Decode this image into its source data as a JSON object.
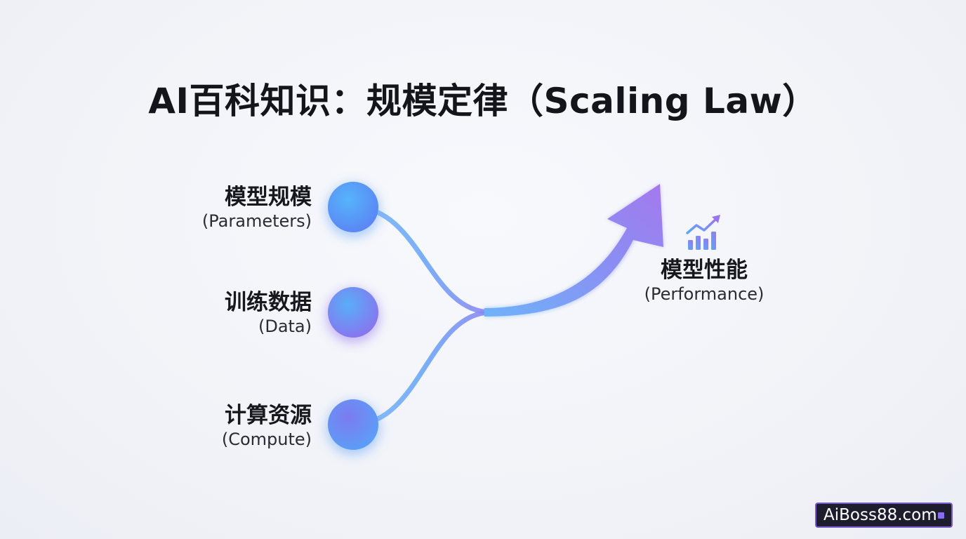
{
  "title": "AI百科知识：规模定律（Scaling Law）",
  "inputs": [
    {
      "zh": "模型规模",
      "en": "(Parameters)"
    },
    {
      "zh": "训练数据",
      "en": "(Data)"
    },
    {
      "zh": "计算资源",
      "en": "(Compute)"
    }
  ],
  "output": {
    "zh": "模型性能",
    "en": "(Performance)"
  },
  "icons": {
    "output": "bar-chart-trend-icon"
  },
  "watermark": "AiBoss88.com",
  "colors": {
    "blue": "#4fa3f7",
    "purple": "#9b7af0",
    "title": "#14151b"
  }
}
